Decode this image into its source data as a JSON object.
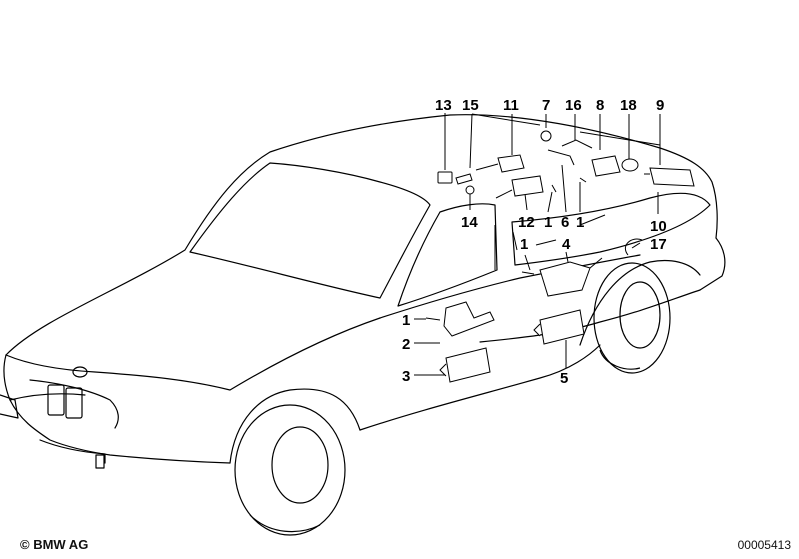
{
  "callouts": {
    "n13": "13",
    "n15": "15",
    "n11": "11",
    "n7": "7",
    "n16": "16",
    "n8": "8",
    "n18": "18",
    "n9": "9",
    "n14": "14",
    "n12": "12",
    "n1a": "1",
    "n6": "6",
    "n1b": "1",
    "n10": "10",
    "n1c": "1",
    "n4": "4",
    "n17": "17",
    "n1d": "1",
    "n2": "2",
    "n3": "3",
    "n5": "5"
  },
  "footer": {
    "copyright": "© BMW AG",
    "drawing_number": "00005413"
  }
}
